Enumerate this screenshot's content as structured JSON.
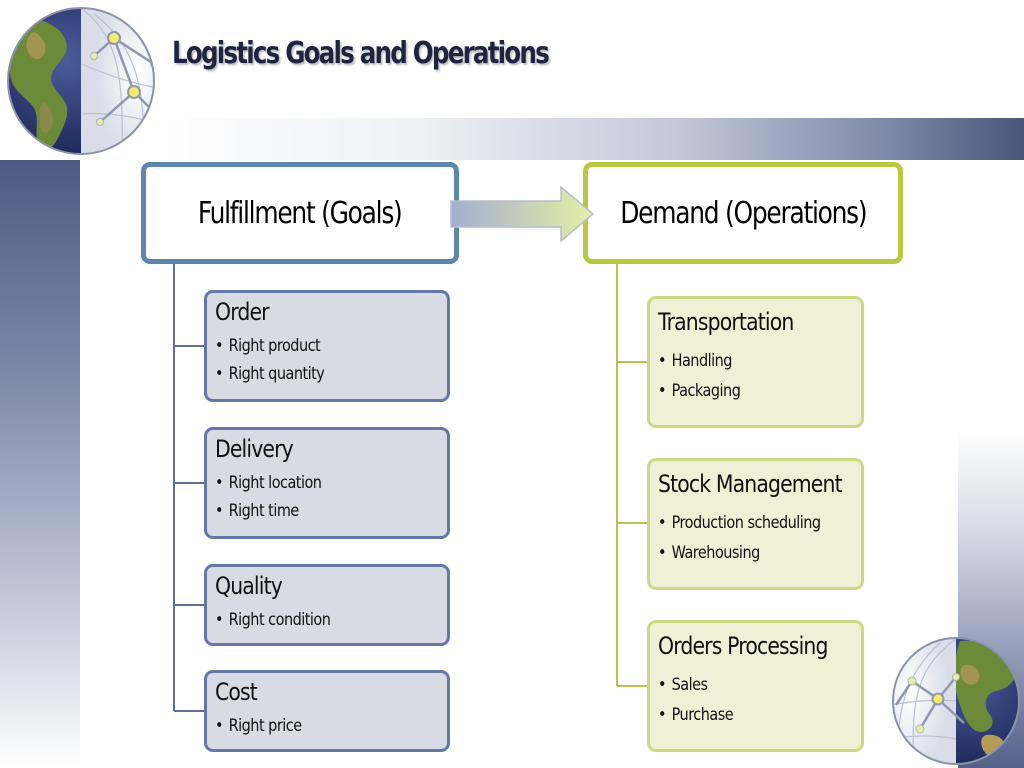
{
  "slide": {
    "title": "Logistics Goals and Operations"
  },
  "goals": {
    "header": "Fulfillment (Goals)",
    "items": [
      {
        "title": "Order",
        "bullets": [
          "Right product",
          "Right quantity"
        ]
      },
      {
        "title": "Delivery",
        "bullets": [
          "Right location",
          "Right time"
        ]
      },
      {
        "title": "Quality",
        "bullets": [
          "Right condition"
        ]
      },
      {
        "title": "Cost",
        "bullets": [
          "Right price"
        ]
      }
    ]
  },
  "operations": {
    "header": "Demand (Operations)",
    "items": [
      {
        "title": "Transportation",
        "bullets": [
          "Handling",
          "Packaging"
        ]
      },
      {
        "title": "Stock Management",
        "bullets": [
          "Production scheduling",
          "Warehousing"
        ]
      },
      {
        "title": "Orders Processing",
        "bullets": [
          "Sales",
          "Purchase"
        ]
      }
    ]
  },
  "bullet_char": "•",
  "colors": {
    "title": "#1e2540",
    "goals_border": "#5e86ab",
    "goals_fill": "#d8dbe4",
    "operations_border": "#b9c93e",
    "operations_fill": "#eef1d6",
    "connector_goals": "#5e6f96",
    "connector_operations": "#b8c250"
  },
  "icons": {
    "arrow": "right-arrow-icon",
    "globe_top": "globe-americas-icon",
    "globe_bottom": "globe-asia-icon"
  }
}
